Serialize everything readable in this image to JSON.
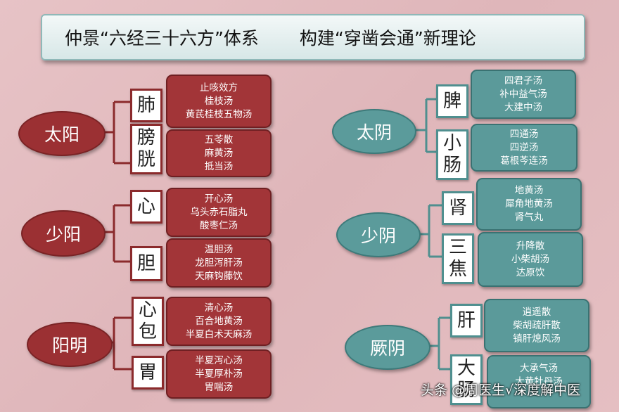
{
  "title": {
    "left": "仲景“六经三十六方”体系",
    "right": "构建“穿凿会通”新理论"
  },
  "colors": {
    "red": "#9b3033",
    "teal": "#5b9b9b"
  },
  "left": [
    {
      "channel": "太阳",
      "organs": [
        {
          "name": [
            "肺"
          ],
          "formulas": [
            "止咳效方",
            "桂枝汤",
            "黄芪桂枝五物汤"
          ]
        },
        {
          "name": [
            "膀",
            "胱"
          ],
          "formulas": [
            "五苓散",
            "麻黄汤",
            "抵当汤"
          ]
        }
      ]
    },
    {
      "channel": "少阳",
      "organs": [
        {
          "name": [
            "心"
          ],
          "formulas": [
            "开心汤",
            "乌头赤石脂丸",
            "酸枣仁汤"
          ]
        },
        {
          "name": [
            "胆"
          ],
          "formulas": [
            "温胆汤",
            "龙胆泻肝汤",
            "天麻钩藤饮"
          ]
        }
      ]
    },
    {
      "channel": "阳明",
      "organs": [
        {
          "name": [
            "心",
            "包"
          ],
          "formulas": [
            "清心汤",
            "百合地黄汤",
            "半夏白术天麻汤"
          ]
        },
        {
          "name": [
            "胃"
          ],
          "formulas": [
            "半夏泻心汤",
            "半夏厚朴汤",
            "胃喘汤"
          ]
        }
      ]
    }
  ],
  "right": [
    {
      "channel": "太阴",
      "organs": [
        {
          "name": [
            "脾"
          ],
          "formulas": [
            "四君子汤",
            "补中益气汤",
            "大建中汤"
          ]
        },
        {
          "name": [
            "小",
            "肠"
          ],
          "formulas": [
            "四通汤",
            "四逆汤",
            "葛根芩连汤"
          ]
        }
      ]
    },
    {
      "channel": "少阴",
      "organs": [
        {
          "name": [
            "肾"
          ],
          "formulas": [
            "地黄汤",
            "犀角地黄汤",
            "肾气丸"
          ]
        },
        {
          "name": [
            "三",
            "焦"
          ],
          "formulas": [
            "升降散",
            "小柴胡汤",
            "达原饮"
          ]
        }
      ]
    },
    {
      "channel": "厥阴",
      "organs": [
        {
          "name": [
            "肝"
          ],
          "formulas": [
            "逍遥散",
            "柴胡疏肝散",
            "镇肝熄风汤"
          ]
        },
        {
          "name": [
            "大",
            "肠"
          ],
          "formulas": [
            "大承气汤",
            "大黄牡丹汤"
          ]
        }
      ]
    }
  ],
  "watermark": "头条 @周医生√深度解中医"
}
